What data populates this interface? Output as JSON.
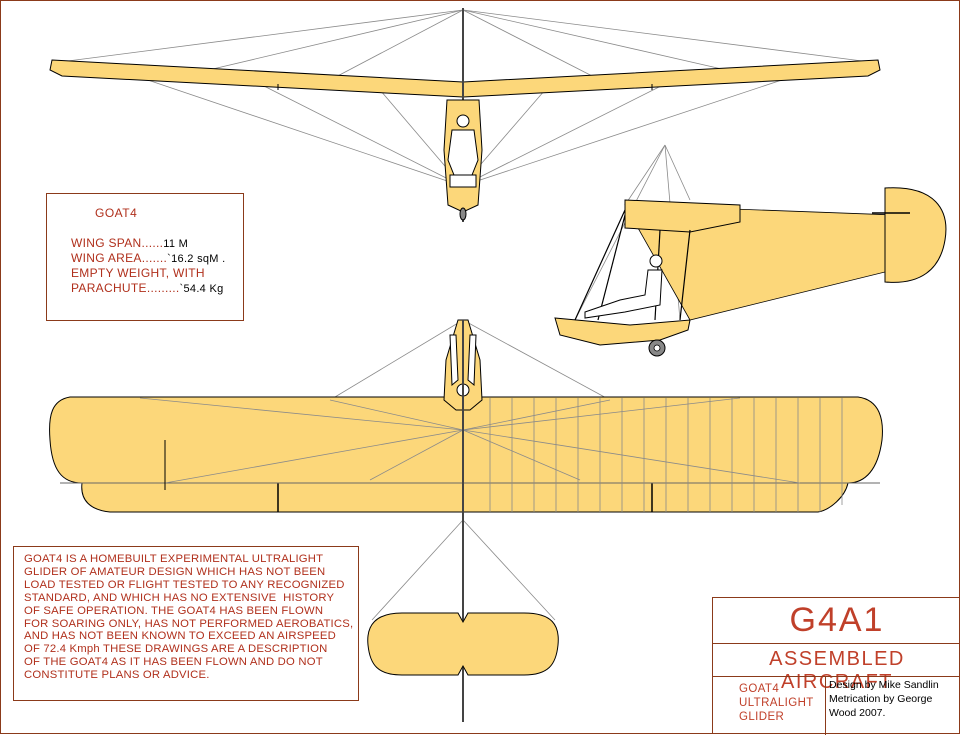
{
  "spec_box": {
    "title": "GOAT4",
    "wing_span_label": "WING SPAN......",
    "wing_span_value": "11 M",
    "wing_area_label": "WING AREA.......",
    "wing_area_value": "`16.2 sqM .",
    "empty_weight_label": "EMPTY WEIGHT, WITH",
    "parachute_label": "PARACHUTE.........",
    "parachute_value": "`54.4 Kg"
  },
  "disclaimer": {
    "text": "GOAT4 IS A HOMEBUILT EXPERIMENTAL ULTRALIGHT\nGLIDER OF AMATEUR DESIGN WHICH HAS NOT BEEN\nLOAD TESTED OR FLIGHT TESTED TO ANY RECOGNIZED\nSTANDARD, AND WHICH HAS NO EXTENSIVE  HISTORY\nOF SAFE OPERATION. THE GOAT4 HAS BEEN FLOWN\nFOR SOARING ONLY, HAS NOT PERFORMED AEROBATICS,\nAND HAS NOT BEEN KNOWN TO EXCEED AN AIRSPEED\nOF 72.4 Kmph THESE DRAWINGS ARE A DESCRIPTION\nOF THE GOAT4 AS IT HAS BEEN FLOWN AND DO NOT\nCONSTITUTE PLANS OR ADVICE."
  },
  "title_block": {
    "drawing_number": "G4A1",
    "drawing_title": "ASSEMBLED AIRCRAFT",
    "model_lines": [
      "GOAT4",
      "ULTRALIGHT",
      "GLIDER"
    ],
    "credit_lines": [
      "Design by Mike Sandlin",
      "Metrication by George",
      "Wood 2007."
    ]
  },
  "colors": {
    "wing_fill": "#fcd77a",
    "outline": "#000000",
    "rigging": "#8a8a8a",
    "text_red": "#b0301c",
    "border": "#8b3a1a"
  }
}
